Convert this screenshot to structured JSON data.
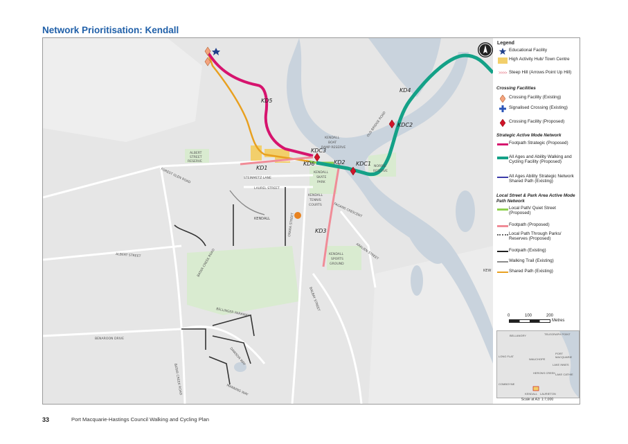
{
  "page": {
    "title": "Network Prioritisation: Kendall",
    "page_number": "33",
    "footer": "Port Macquarie-Hastings Council Walking and Cycling Plan"
  },
  "map": {
    "route_labels": [
      "KD1",
      "KD2",
      "KD3",
      "KD4",
      "KD5",
      "KD6",
      "KDC1",
      "KDC2",
      "KDC3"
    ],
    "place_labels": {
      "albert_reserve": [
        "ALBERT",
        "STREET",
        "RESERVE"
      ],
      "forest_glen": "FOREST GLEN ROAD",
      "steinmetz": "STEINMETZ LANE",
      "laurel": "LAUREL STREET",
      "kendall": "KENDALL",
      "albert_street": "ALBERT STREET",
      "batar_creek": "BATAR CREEK ROAD",
      "batar_creek_2": "BATAR CREEK ROAD",
      "bellinger": "BELLINGER PARKWAY",
      "benaroon": "BENAROON DRIVE",
      "dawson": "DAWSON WAY",
      "manning": "MANNING WAY",
      "orara": "ORARA STREET",
      "kendall_boat": [
        "KENDALL",
        "BOAT",
        "RAMP RESERVE"
      ],
      "skate_park": [
        "KENDALL",
        "SKATE",
        "PARK"
      ],
      "tennis": [
        "KENDALL",
        "TENNIS",
        "COURTS"
      ],
      "fagans": "FAGANS CRESCENT",
      "sports_ground": [
        "KENDALL",
        "SPORTS",
        "GROUND"
      ],
      "aralien": "ARALIEN STREET",
      "norrie": [
        "NORRIE",
        "RESERVE"
      ],
      "old_bridge": "OLD BRIDGE ROAD",
      "balbay": "BALBAY STREET",
      "kew": "KEW"
    }
  },
  "legend": {
    "title": "Legend",
    "items": {
      "educational": "Educational Facility",
      "activity_hub": "High Activity Hub/ Town Centre",
      "steep_hill": "Steep Hill (Arrows Point Up Hill)",
      "crossing_head": "Crossing Facilities",
      "crossing_existing": "Crossing Facility (Existing)",
      "signalised": "Signalised Crossing (Existing)",
      "crossing_proposed": "Crossing Facility (Proposed)",
      "strategic_head": "Strategic Active Mode Network",
      "footpath_strategic": "Footpath Strategic (Proposed)",
      "all_ages": "All Ages and Ability Walking and Cycling Facility (Proposed)",
      "all_ages_shared": "All Ages Ability Strategic Network Shared Path (Existing)",
      "local_head": "Local Street & Park Area Active Mode Path Network",
      "local_path": "Local Path/ Quiet Street (Proposed)",
      "footpath_proposed": "Footpath (Proposed)",
      "local_parks": "Local Path Through Parks/ Reserves (Proposed)",
      "footpath_existing": "Footpath (Existing)",
      "walking_trail": "Walking Trail (Existing)",
      "shared_path": "Shared Path (Existing)"
    },
    "scale": {
      "ticks": [
        "0",
        "100",
        "200"
      ],
      "unit": "Metres"
    },
    "inset_labels": [
      "BELLANGRY",
      "TELEGRAPH POINT",
      "LONG FLAT",
      "WAUCHOPE",
      "PORT MACQUARIE",
      "LAKE INNES",
      "HERONS CREEK",
      "LAKE CATHIE",
      "COMBOYNE",
      "KENDALL",
      "LAURIETON"
    ],
    "inset_caption": "Scale at A3: 1:7,000"
  },
  "colors": {
    "strategic_footpath": "#d6146e",
    "all_ages": "#14a187",
    "shared_path": "#e8a020",
    "footpath_proposed": "#f08c97",
    "local_path": "#8fd14f",
    "river": "#c9d3dd",
    "park": "#d9ebd0"
  }
}
